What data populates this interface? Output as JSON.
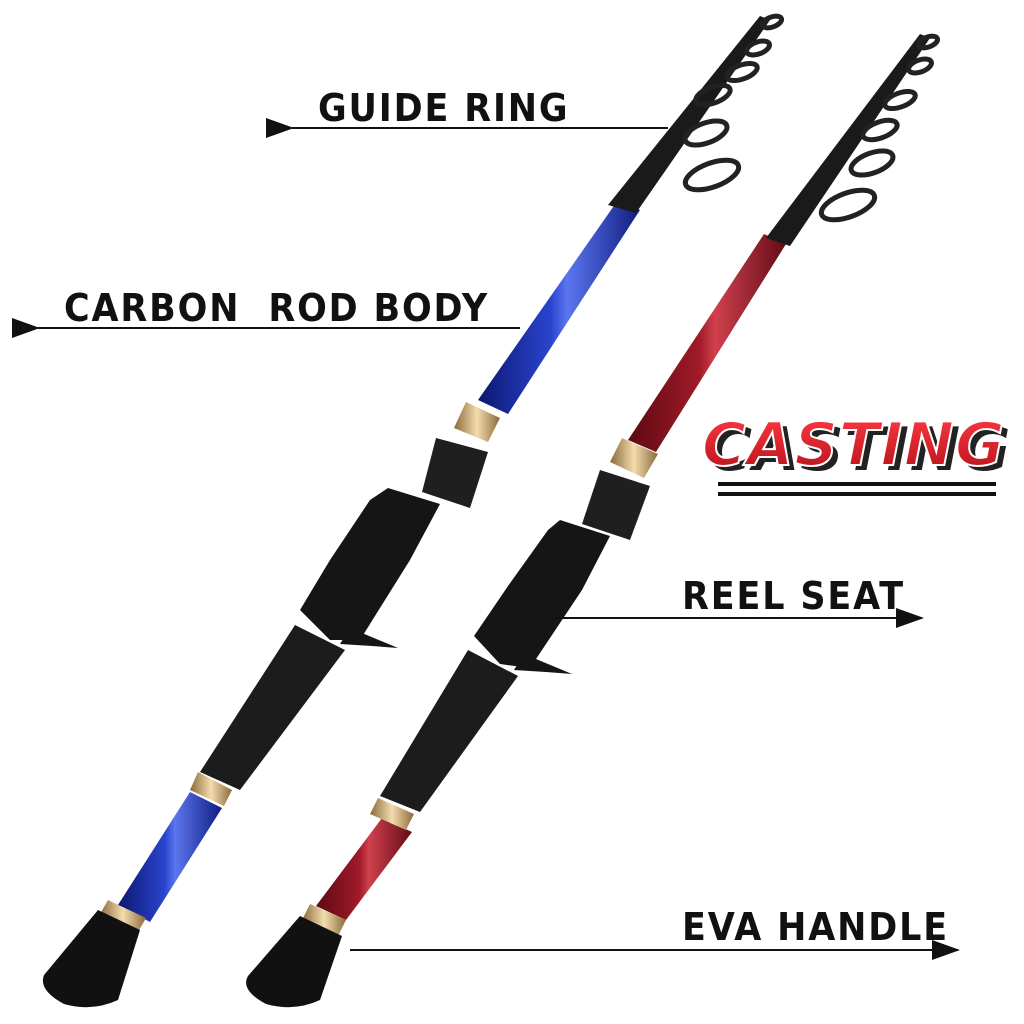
{
  "labels": {
    "guide_ring": "GUIDE RING",
    "carbon_rod_body": "CARBON  ROD BODY",
    "reel_seat": "REEL SEAT",
    "eva_handle": "EVA HANDLE"
  },
  "badge": {
    "text": "CASTING",
    "fill_color": "#e31b23",
    "outline_color": "#ffffff",
    "shadow_color": "#222222"
  },
  "rods": [
    {
      "name": "blue-rod",
      "blank_color": "#1b2fa8",
      "highlight_color": "#4a63e0"
    },
    {
      "name": "red-rod",
      "blank_color": "#8e1420",
      "highlight_color": "#c8323f"
    }
  ],
  "colors": {
    "background": "#ffffff",
    "grip": "#1a1a1a",
    "ferrule": "#c8a26a",
    "arrow": "#111111"
  }
}
